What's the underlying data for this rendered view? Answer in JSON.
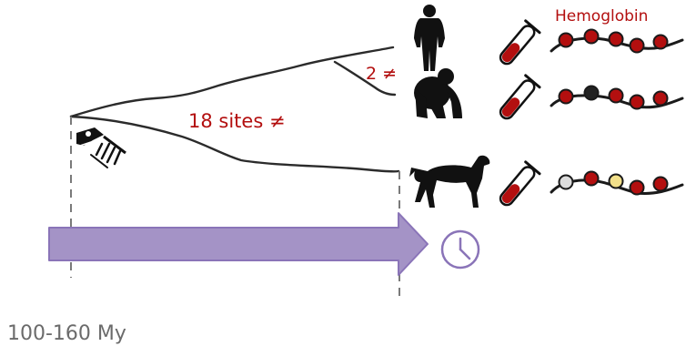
{
  "labels": {
    "protein": "Hemoglobin",
    "human_gorilla_diff": "2 ≠",
    "sites_diff": "18 sites ≠",
    "time": "100-160 My"
  },
  "icons": {
    "organisms": [
      "human-silhouette",
      "gorilla-silhouette",
      "horse-silhouette",
      "fossil-skeleton"
    ],
    "sample": "blood-tube-icon",
    "time": "clock-icon"
  },
  "colors": {
    "label_red": "#b30f0f",
    "bead_red": "#b30f0f",
    "bead_dark": "#222222",
    "bead_grey": "#dcdcdc",
    "bead_yellow": "#f2e08a",
    "arrow_fill": "#a493c6",
    "arrow_stroke": "#8a74b8",
    "clock": "#8a74b8",
    "time_text": "#6b6b6b"
  },
  "chains": [
    {
      "organism": "human",
      "beads": [
        "red",
        "red",
        "red",
        "red",
        "red"
      ]
    },
    {
      "organism": "gorilla",
      "beads": [
        "red",
        "dark",
        "red",
        "red",
        "red"
      ]
    },
    {
      "organism": "horse",
      "beads": [
        "grey",
        "red",
        "yellow",
        "red",
        "red"
      ]
    }
  ]
}
